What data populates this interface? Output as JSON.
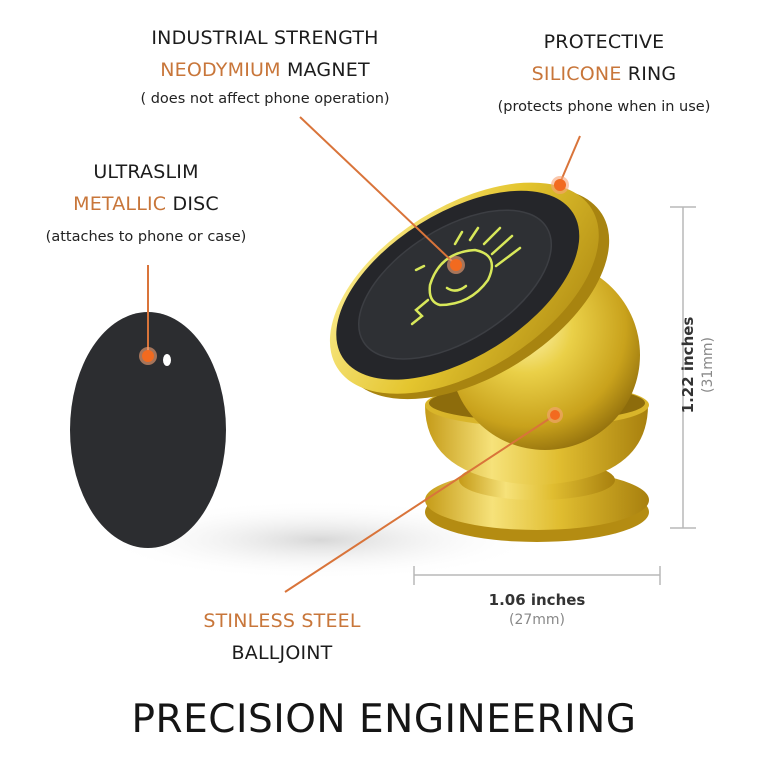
{
  "callouts": {
    "magnet": {
      "line1": "INDUSTRIAL STRENGTH",
      "accent": "NEODYMIUM",
      "rest": " MAGNET",
      "note": "( does not affect phone operation)"
    },
    "ring": {
      "line1": "PROTECTIVE",
      "accent": "SILICONE",
      "rest": " RING",
      "note": "(protects phone when in use)"
    },
    "disc": {
      "line1": "ULTRASLIM",
      "accent": "METALLIC",
      "rest": " DISC",
      "note": "(attaches to phone or case)"
    },
    "balljoint": {
      "accent": "STINLESS STEEL",
      "line2": "BALLJOINT"
    }
  },
  "dimensions": {
    "height": {
      "value": "1.22 inches",
      "metric": "(31mm)"
    },
    "width": {
      "value": "1.06 inches",
      "metric": "(27mm)"
    }
  },
  "title": "PRECISION ENGINEERING",
  "colors": {
    "accent": "#c8763a",
    "dot": "#f26a1f",
    "gold": "#e2c23a",
    "pad": "#2b2b2b"
  }
}
